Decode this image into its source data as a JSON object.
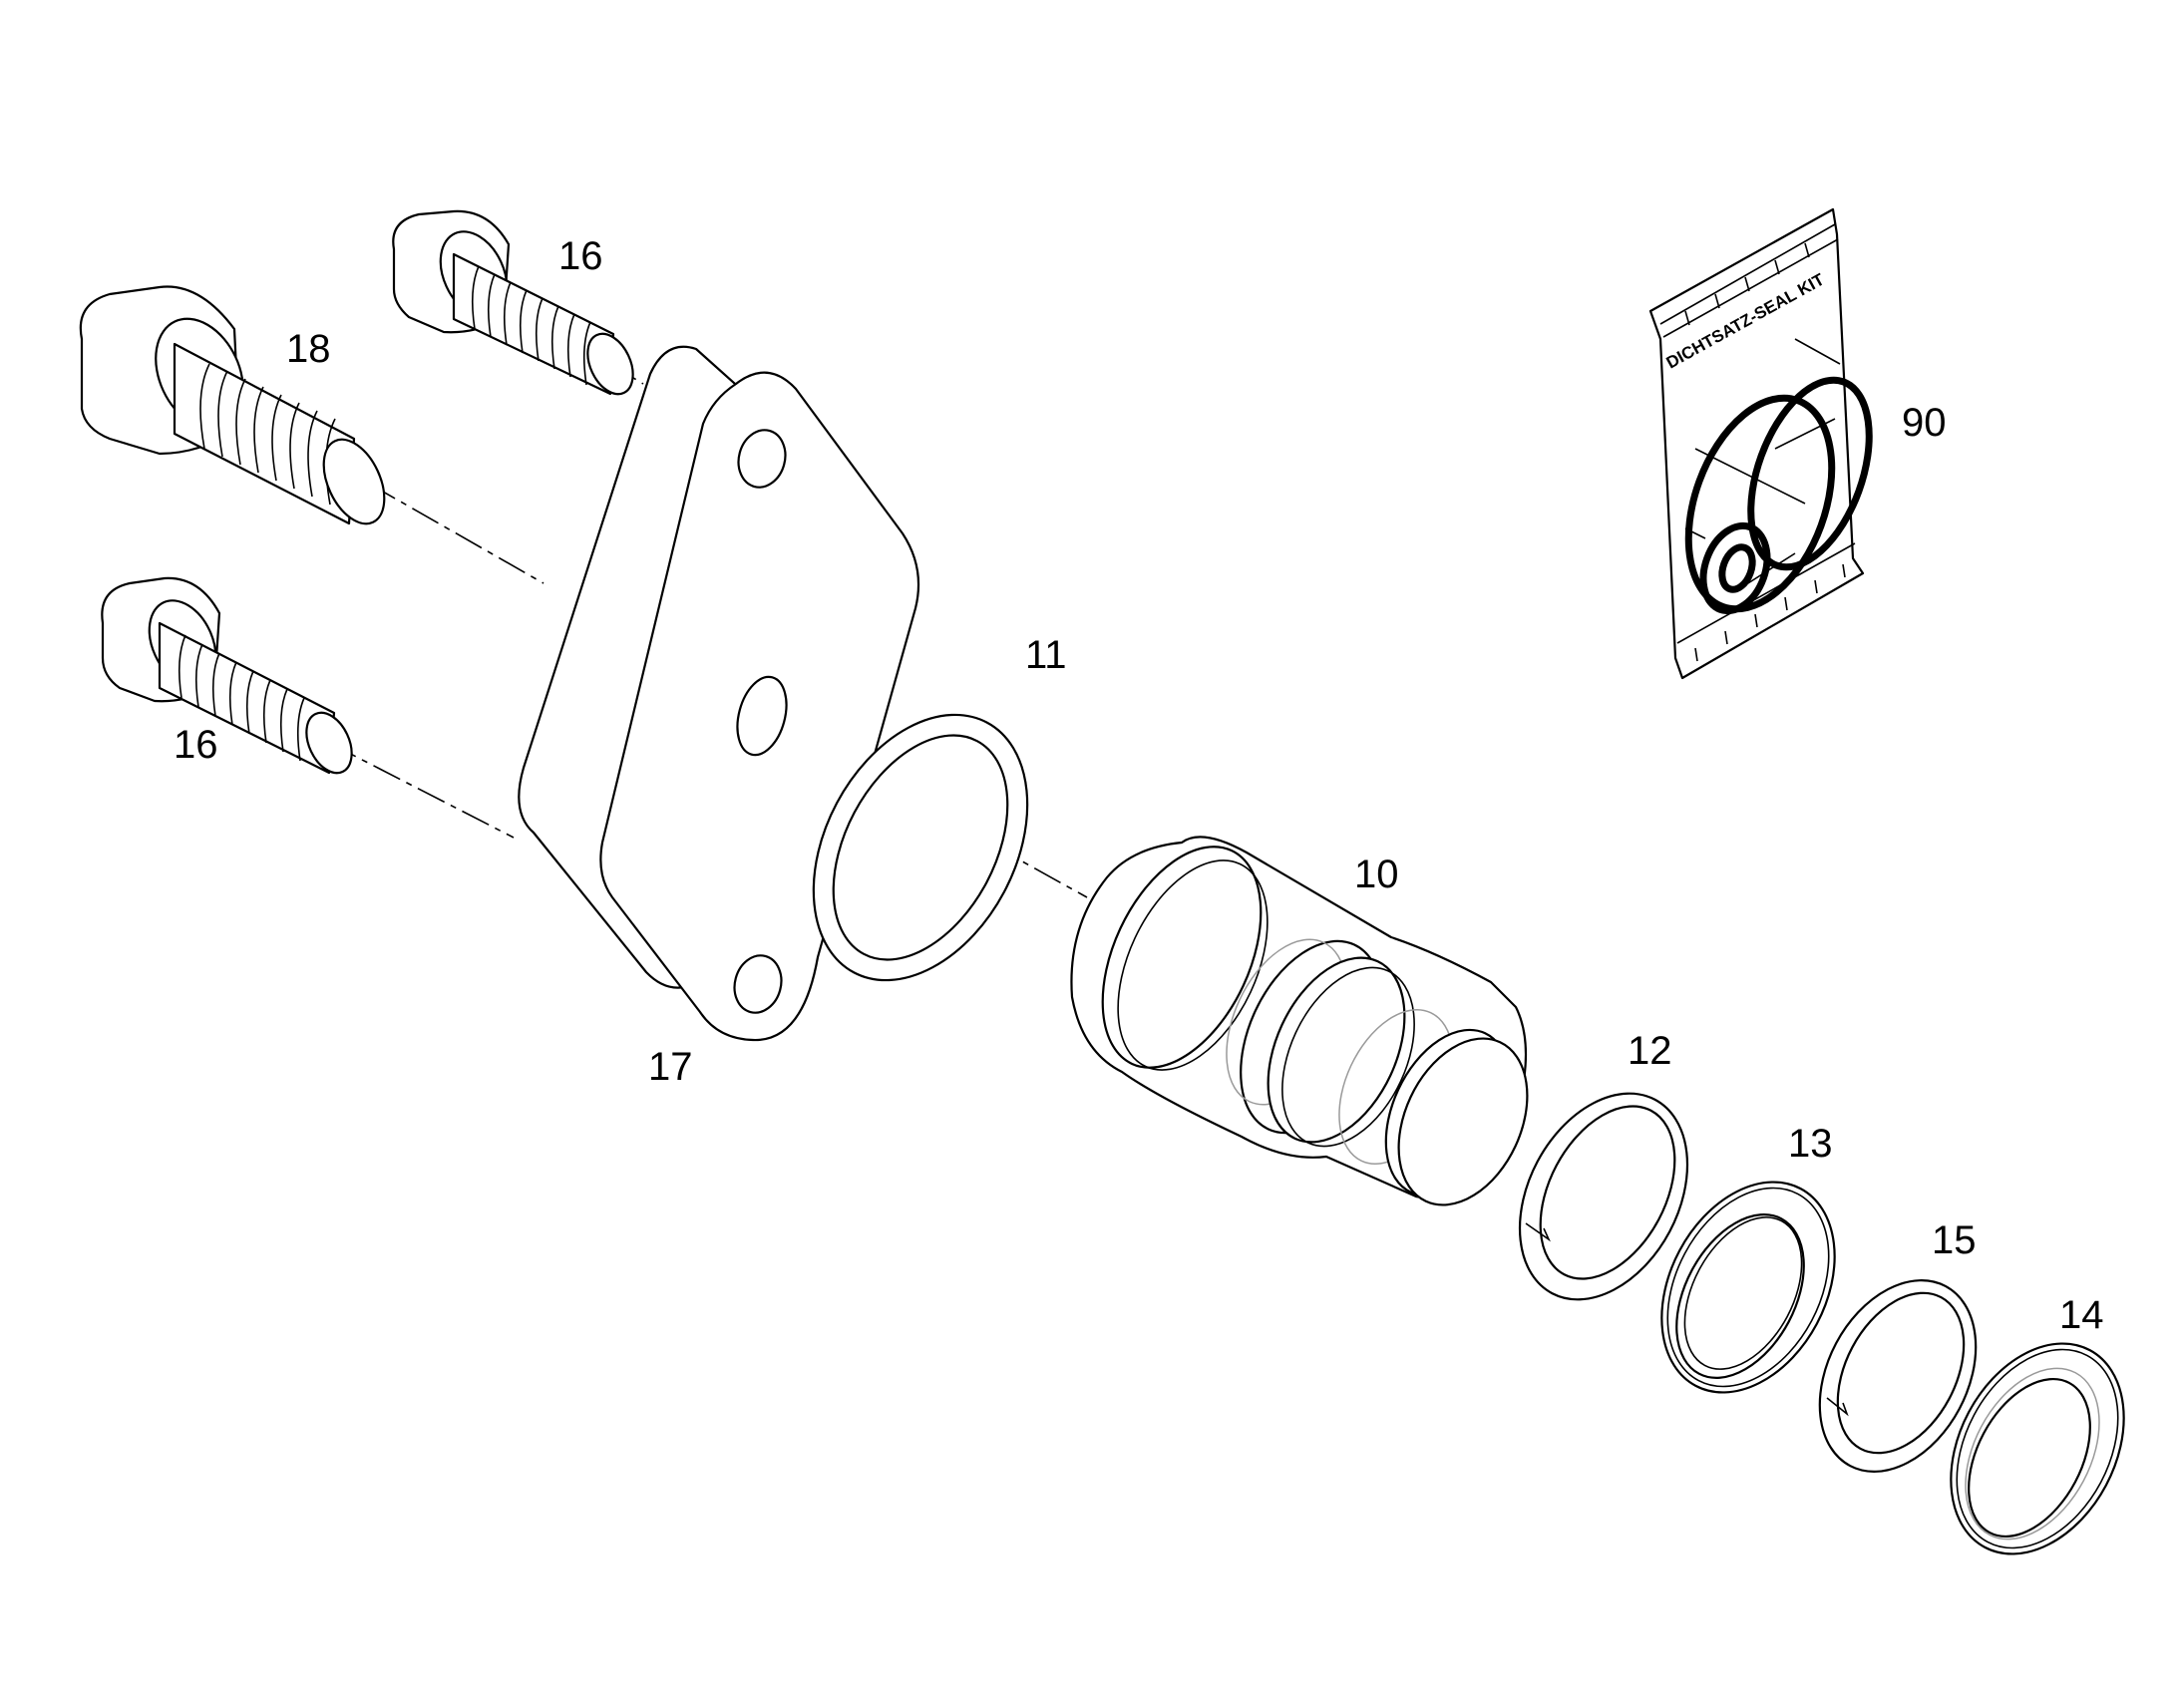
{
  "diagram": {
    "labels": {
      "p16_top": "16",
      "p18": "18",
      "p16_bottom": "16",
      "p17": "17",
      "p11": "11",
      "p10": "10",
      "p12": "12",
      "p13": "13",
      "p15": "15",
      "p14": "14",
      "p90": "90"
    },
    "seal_kit_text": "DICHTSATZ-SEAL KIT"
  }
}
